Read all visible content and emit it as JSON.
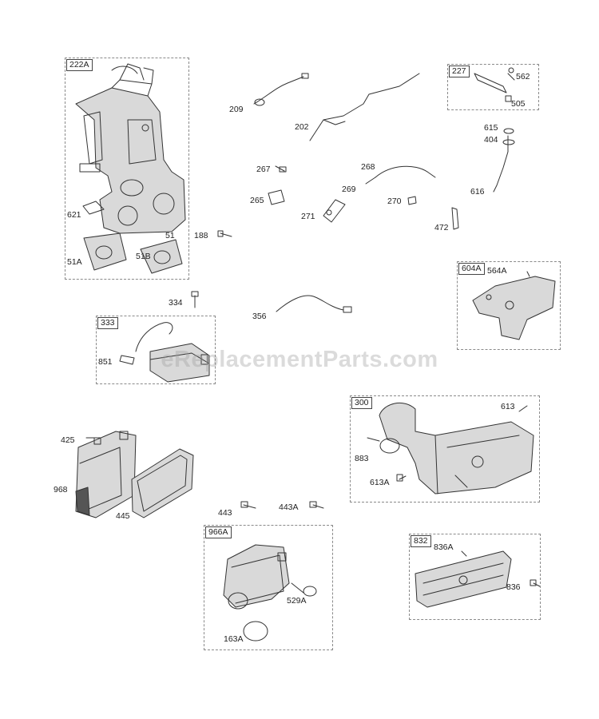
{
  "diagram": {
    "watermark": "eReplacementParts.com",
    "groups": [
      {
        "id": "g-222a",
        "tag": "222A"
      },
      {
        "id": "g-227",
        "tag": "227"
      },
      {
        "id": "g-604a",
        "tag": "604A"
      },
      {
        "id": "g-333",
        "tag": "333"
      },
      {
        "id": "g-300",
        "tag": "300"
      },
      {
        "id": "g-966a",
        "tag": "966A"
      },
      {
        "id": "g-832",
        "tag": "832"
      }
    ],
    "callouts": [
      "621",
      "51",
      "51A",
      "51B",
      "188",
      "209",
      "202",
      "267",
      "265",
      "268",
      "269",
      "270",
      "271",
      "562",
      "505",
      "615",
      "404",
      "616",
      "472",
      "564A",
      "334",
      "356",
      "851",
      "613",
      "883",
      "613A",
      "425",
      "968",
      "445",
      "443",
      "443A",
      "529A",
      "163A",
      "836A",
      "836"
    ]
  }
}
